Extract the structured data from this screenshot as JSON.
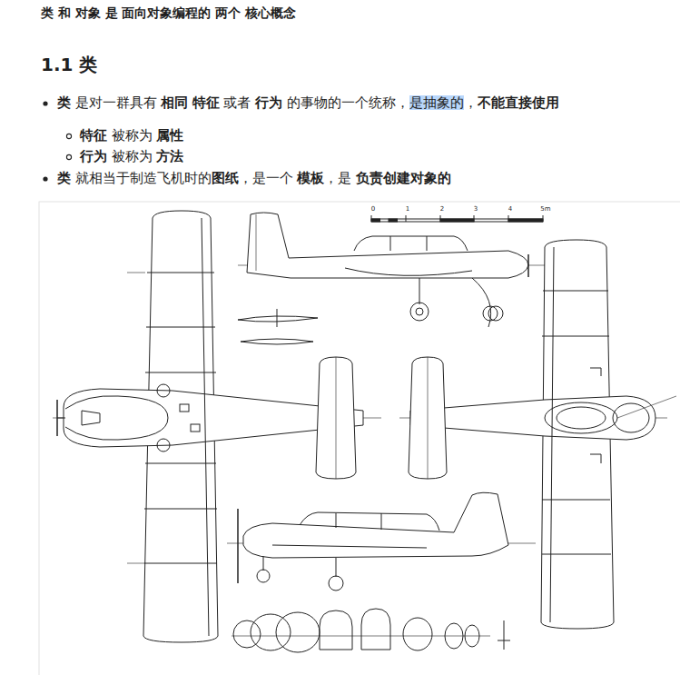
{
  "diagram": {
    "title": "类 和 对象 是 面向对象编程的 两个 核心概念",
    "labels": [
      "1.1 类",
      "类 是对一群具有 相同 特征 或者 行为 的事物的一个统称，是抽象的，不能直接使用",
      "特征 被称为 属性",
      "行为 被称为 方法",
      "类 就相当于制造飞机时的图纸，是一个 模板，是 负责创建对象的",
      "0",
      "1",
      "2",
      "3",
      "4",
      "5m"
    ]
  }
}
